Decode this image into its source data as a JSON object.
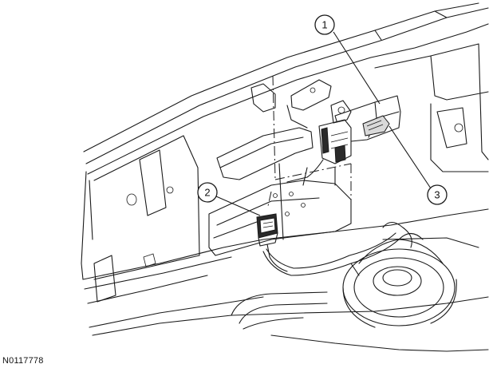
{
  "figure": {
    "id": "N0117778"
  },
  "callouts": [
    {
      "number": "1"
    },
    {
      "number": "2"
    },
    {
      "number": "3"
    }
  ]
}
